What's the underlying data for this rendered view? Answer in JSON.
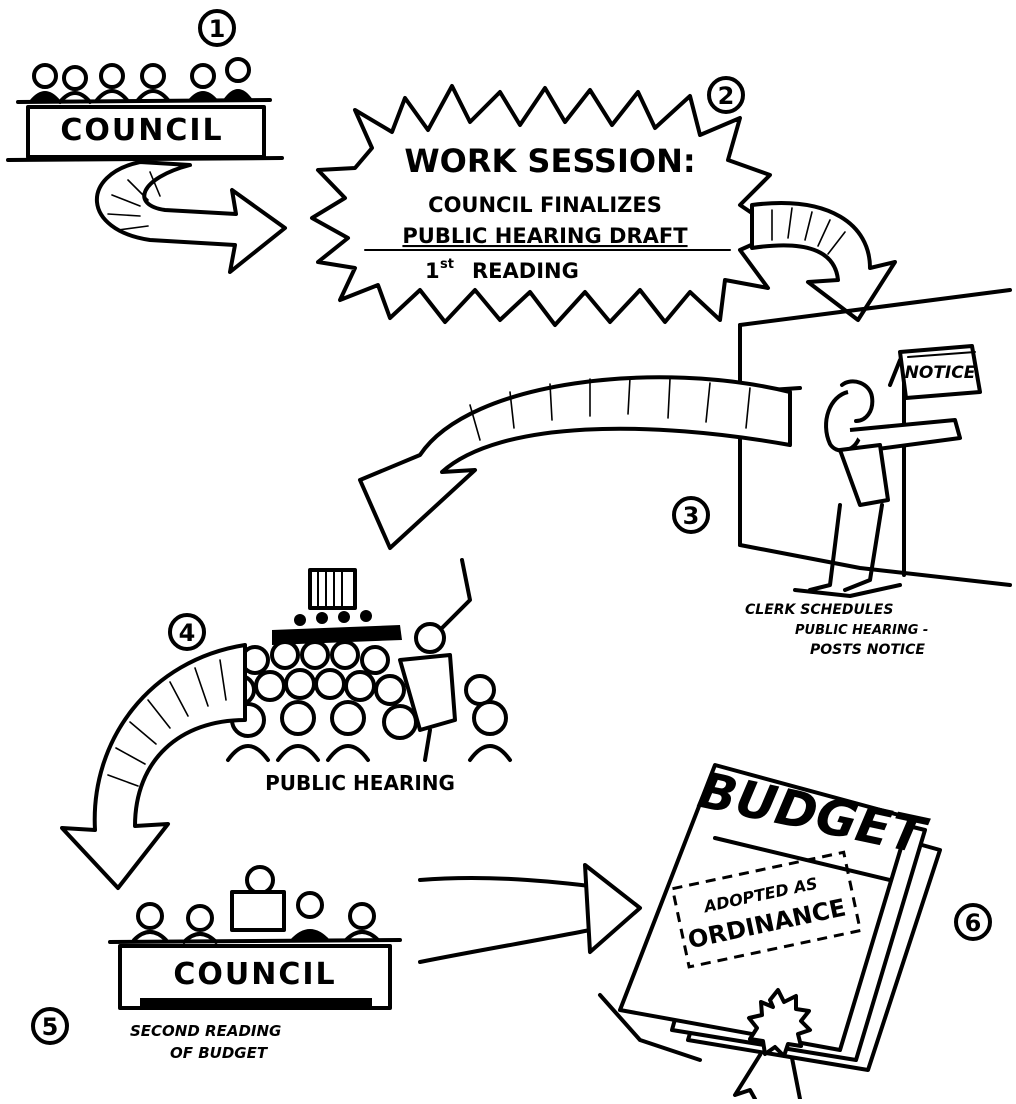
{
  "steps": [
    {
      "number": "1",
      "label": "COUNCIL"
    },
    {
      "number": "2",
      "title": "WORK SESSION:",
      "line1": "COUNCIL FINALIZES",
      "line2": "PUBLIC HEARING DRAFT",
      "line3_prefix": "1",
      "line3_super": "st",
      "line3_rest": "READING"
    },
    {
      "number": "3",
      "sign": "NOTICE",
      "caption_line1": "CLERK SCHEDULES",
      "caption_line2": "PUBLIC HEARING -",
      "caption_line3": "POSTS NOTICE"
    },
    {
      "number": "4",
      "caption": "PUBLIC HEARING"
    },
    {
      "number": "5",
      "label": "COUNCIL",
      "caption_line1": "SECOND READING",
      "caption_line2": "OF BUDGET"
    },
    {
      "number": "6",
      "title": "BUDGET",
      "stamp_line1": "ADOPTED AS",
      "stamp_line2": "ORDINANCE"
    }
  ]
}
